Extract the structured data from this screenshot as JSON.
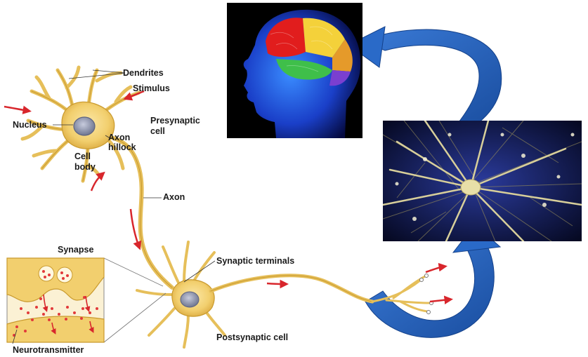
{
  "labels": {
    "dendrites": "Dendrites",
    "stimulus": "Stimulus",
    "nucleus": "Nucleus",
    "presynaptic_line1": "Presynaptic",
    "presynaptic_line2": "cell",
    "axon_hillock_line1": "Axon",
    "axon_hillock_line2": "hillock",
    "cell_body_line1": "Cell",
    "cell_body_line2": "body",
    "axon": "Axon",
    "synapse": "Synapse",
    "synaptic_terminals": "Synaptic terminals",
    "neurotransmitter": "Neurotransmitter",
    "postsynaptic_cell": "Postsynaptic cell"
  },
  "colors": {
    "neuron_fill": "#f2cf6e",
    "neuron_stroke": "#c99a2e",
    "nucleus": "#8a90a8",
    "signal_arrow": "#d8262c",
    "cycle_arrow": "#1f5fb8",
    "vesicle": "#e23a3a"
  },
  "images": {
    "brain_panel": "head-with-brain-illustration",
    "network_panel": "neuron-network-illustration"
  }
}
